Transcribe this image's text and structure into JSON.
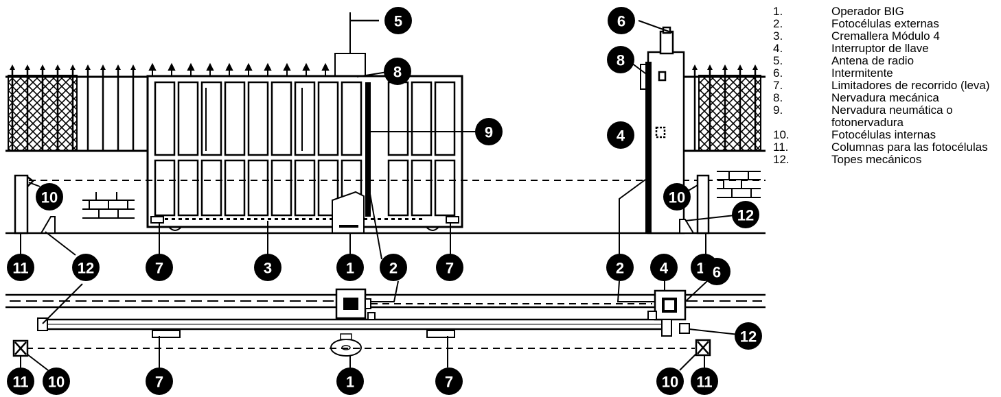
{
  "legend": [
    {
      "number": "1.",
      "label": "Operador BIG"
    },
    {
      "number": "2.",
      "label": "Fotocélulas externas"
    },
    {
      "number": "3.",
      "label": "Cremallera Módulo 4"
    },
    {
      "number": "4.",
      "label": "Interruptor de llave"
    },
    {
      "number": "5.",
      "label": "Antena de radio"
    },
    {
      "number": "6.",
      "label": "Intermitente"
    },
    {
      "number": "7.",
      "label": "Limitadores de recorrido (leva)"
    },
    {
      "number": "8.",
      "label": "Nervadura mecánica"
    },
    {
      "number": "9.",
      "label": "Nervadura neumática o fotonervadura"
    },
    {
      "number": "10.",
      "label": "Fotocélulas internas"
    },
    {
      "number": "11.",
      "label": "Columnas para las fotocélulas"
    },
    {
      "number": "12.",
      "label": "Topes mecánicos"
    }
  ],
  "callouts": {
    "c1": "1",
    "c2": "2",
    "c3": "3",
    "c4": "4",
    "c5": "5",
    "c6": "6",
    "c7": "7",
    "c8": "8",
    "c9": "9",
    "c10": "10",
    "c11": "11",
    "c12": "12"
  }
}
